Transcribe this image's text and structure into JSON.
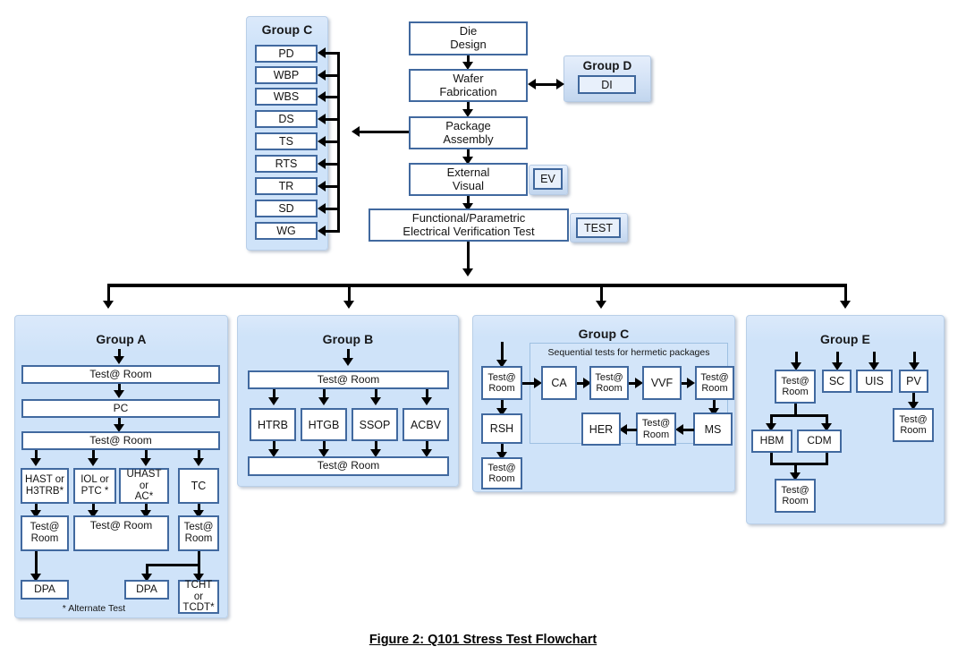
{
  "figure": {
    "caption": "Figure 2:  Q101 Stress Test Flowchart"
  },
  "top_flow": {
    "boxes": [
      {
        "id": "die-design",
        "label": "Die\nDesign"
      },
      {
        "id": "wafer-fab",
        "label": "Wafer\nFabrication"
      },
      {
        "id": "pkg-assy",
        "label": "Package\nAssembly"
      },
      {
        "id": "ext-visual",
        "label": "External\nVisual"
      },
      {
        "id": "func-param",
        "label": "Functional/Parametric\nElectrical Verification Test"
      }
    ],
    "chips": [
      {
        "id": "ev-chip",
        "label": "EV"
      },
      {
        "id": "test-chip",
        "label": "TEST"
      }
    ]
  },
  "group_c_top": {
    "title": "Group C",
    "items": [
      {
        "label": "PD"
      },
      {
        "label": "WBP"
      },
      {
        "label": "WBS"
      },
      {
        "label": "DS"
      },
      {
        "label": "TS"
      },
      {
        "label": "RTS"
      },
      {
        "label": "TR"
      },
      {
        "label": "SD"
      },
      {
        "label": "WG"
      }
    ]
  },
  "group_d": {
    "title": "Group D",
    "items": [
      {
        "label": "DI"
      }
    ]
  },
  "group_a": {
    "title": "Group A",
    "note": "* Alternate Test",
    "boxes": [
      {
        "id": "a-test1",
        "label": "Test@ Room"
      },
      {
        "id": "a-pc",
        "label": "PC"
      },
      {
        "id": "a-test2",
        "label": "Test@ Room"
      },
      {
        "id": "a-hast",
        "label": "HAST or\nH3TRB*"
      },
      {
        "id": "a-iol",
        "label": "IOL or\nPTC *"
      },
      {
        "id": "a-uhast",
        "label": "UHAST or\nAC*"
      },
      {
        "id": "a-tc",
        "label": "TC"
      },
      {
        "id": "a-test3",
        "label": "Test@\nRoom"
      },
      {
        "id": "a-test4",
        "label": "Test@ Room"
      },
      {
        "id": "a-test5",
        "label": "Test@\nRoom"
      },
      {
        "id": "a-dpa1",
        "label": "DPA"
      },
      {
        "id": "a-dpa2",
        "label": "DPA"
      },
      {
        "id": "a-tcht",
        "label": "TCHT or\nTCDT*"
      }
    ]
  },
  "group_b": {
    "title": "Group B",
    "boxes": [
      {
        "id": "b-test1",
        "label": "Test@ Room"
      },
      {
        "id": "b-htrb",
        "label": "HTRB"
      },
      {
        "id": "b-htgb",
        "label": "HTGB"
      },
      {
        "id": "b-ssop",
        "label": "SSOP"
      },
      {
        "id": "b-acbv",
        "label": "ACBV"
      },
      {
        "id": "b-test2",
        "label": "Test@ Room"
      }
    ]
  },
  "group_c_bottom": {
    "title": "Group C",
    "subregion_label": "Sequential tests for hermetic packages",
    "boxes": [
      {
        "id": "c-test1",
        "label": "Test@\nRoom"
      },
      {
        "id": "c-rsh",
        "label": "RSH"
      },
      {
        "id": "c-test2",
        "label": "Test@\nRoom"
      },
      {
        "id": "c-ca",
        "label": "CA"
      },
      {
        "id": "c-test3",
        "label": "Test@\nRoom"
      },
      {
        "id": "c-vvf",
        "label": "VVF"
      },
      {
        "id": "c-test4",
        "label": "Test@\nRoom"
      },
      {
        "id": "c-her",
        "label": "HER"
      },
      {
        "id": "c-test5",
        "label": "Test@\nRoom"
      },
      {
        "id": "c-ms",
        "label": "MS"
      }
    ]
  },
  "group_e": {
    "title": "Group E",
    "boxes": [
      {
        "id": "e-test1",
        "label": "Test@\nRoom"
      },
      {
        "id": "e-sc",
        "label": "SC"
      },
      {
        "id": "e-uis",
        "label": "UIS"
      },
      {
        "id": "e-pv",
        "label": "PV"
      },
      {
        "id": "e-hbm",
        "label": "HBM"
      },
      {
        "id": "e-cdm",
        "label": "CDM"
      },
      {
        "id": "e-test2",
        "label": "Test@\nRoom"
      },
      {
        "id": "e-test3",
        "label": "Test@\nRoom"
      }
    ]
  },
  "colors": {
    "panel_fill": "#cfe3f9",
    "box_border": "#41699f",
    "box_fill": "#ffffff",
    "connector": "#000000",
    "text": "#141414"
  }
}
